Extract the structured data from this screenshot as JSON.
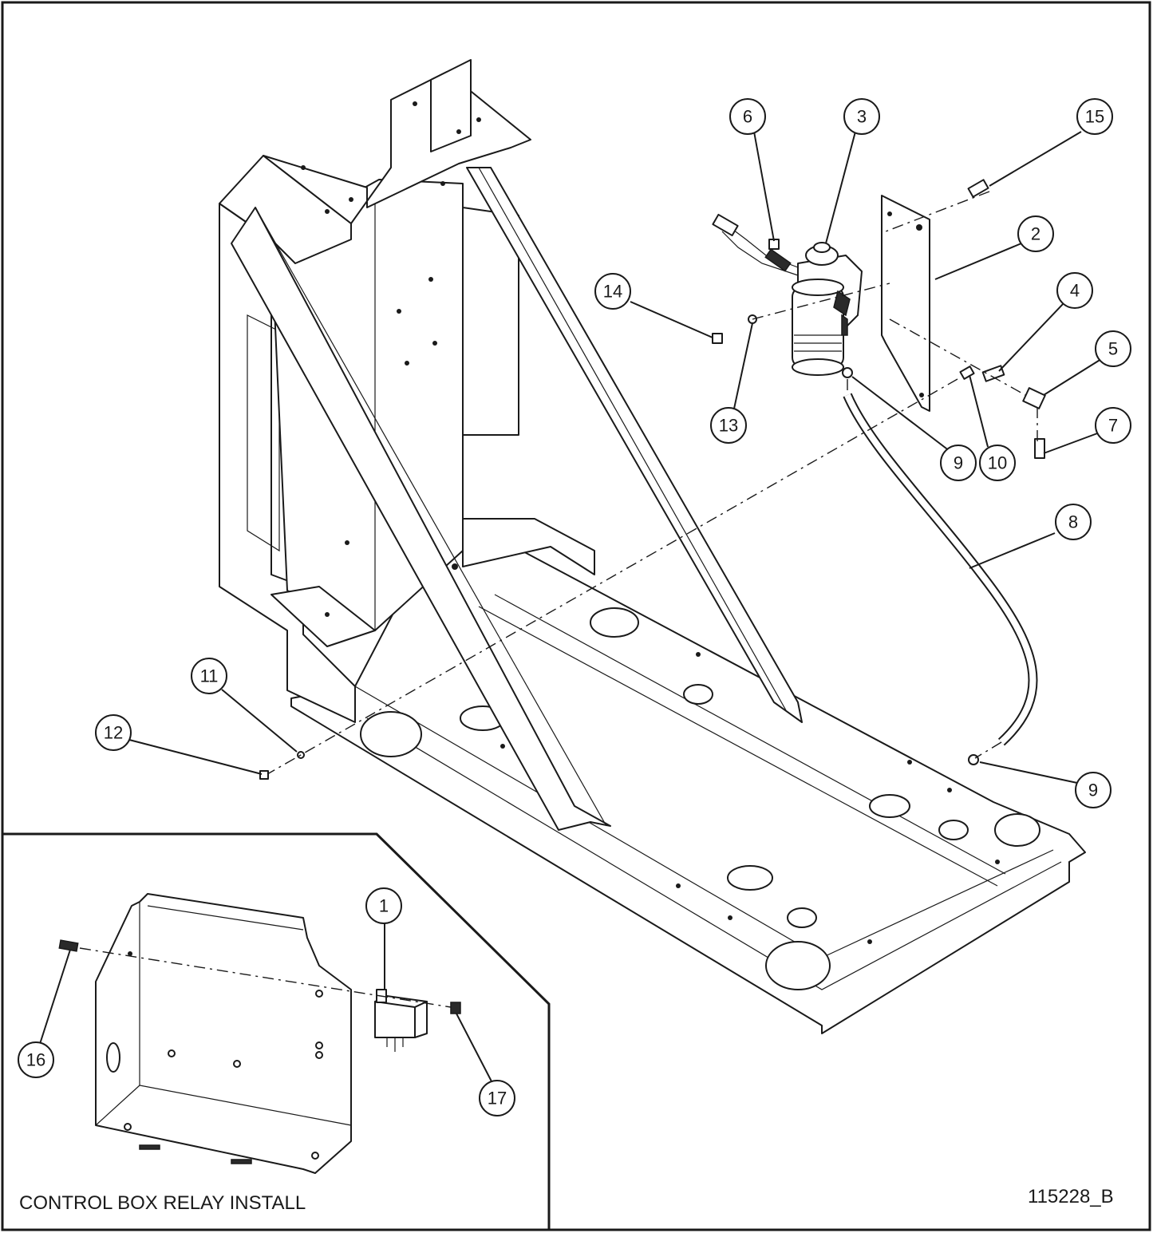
{
  "drawing_number": "115228_B",
  "inset_title": "CONTROL BOX RELAY INSTALL",
  "callouts": [
    "1",
    "2",
    "3",
    "4",
    "5",
    "6",
    "7",
    "8",
    "9",
    "10",
    "11",
    "12",
    "13",
    "14",
    "15",
    "16",
    "17"
  ],
  "callout_9_repeat": "9"
}
